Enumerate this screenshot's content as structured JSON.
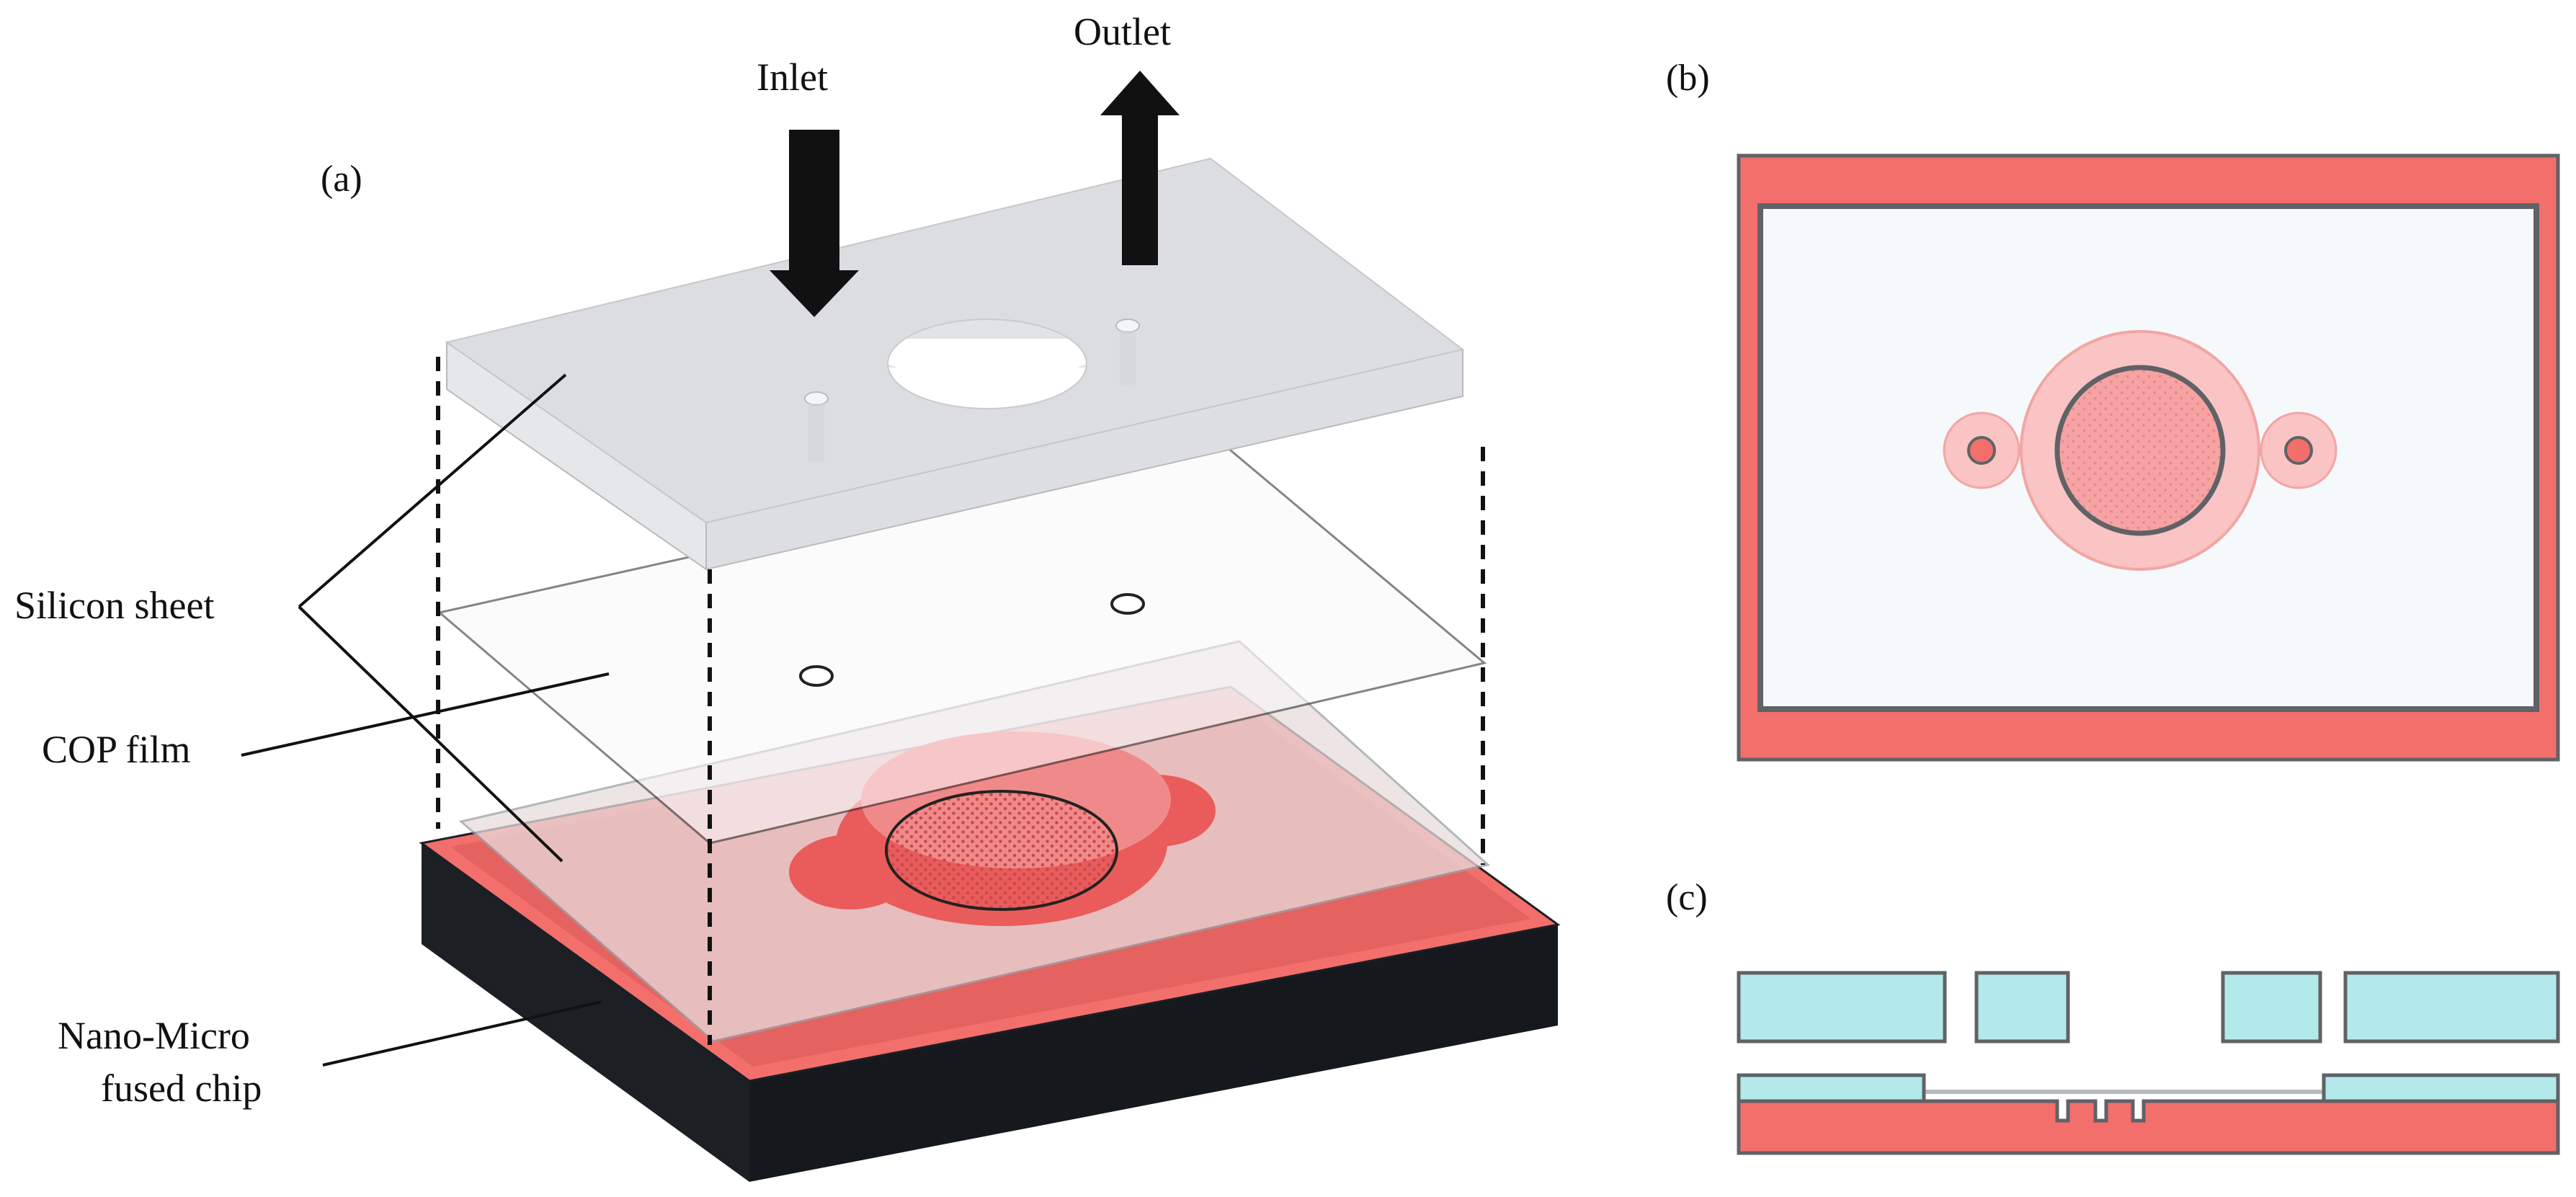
{
  "panel_a": {
    "label": "(a)",
    "inlet": "Inlet",
    "outlet": "Outlet",
    "silicon_sheet": "Silicon sheet",
    "cop_film": "COP film",
    "chip_line1": "Nano-Micro",
    "chip_line2": "fused chip"
  },
  "panel_b": {
    "label": "(b)"
  },
  "panel_c": {
    "label": "(c)"
  },
  "colors": {
    "chip_red": "#f26f6c",
    "chip_dark": "#1c1f24",
    "silicon_gray": "#dcdde0",
    "pale_pink": "#f9c4c3",
    "cyan": "#b3e9ea",
    "outline": "#5f6266"
  }
}
